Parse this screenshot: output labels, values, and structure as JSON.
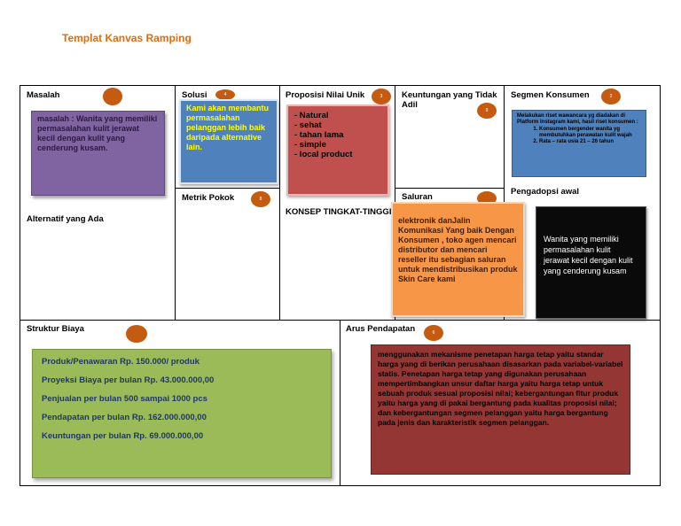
{
  "title": "Templat Kanvas Ramping",
  "masalah": {
    "label": "Masalah",
    "text": "masalah : Wanita yang memiliki permasalahan kulit jerawat kecil dengan kulit yang cenderung kusam."
  },
  "alternatif": {
    "label": "Alternatif yang Ada"
  },
  "solusi": {
    "label": "Solusi",
    "badge": "4",
    "text": "Kami akan membantu permasalahan pelanggan lebih baik daripada alternative lain."
  },
  "metrik": {
    "label": "Metrik Pokok",
    "badge": "8"
  },
  "proposisi": {
    "label": "Proposisi Nilai Unik",
    "badge": "3",
    "items": [
      "- Natural",
      "- sehat",
      "- tahan lama",
      "- simple",
      "- local product"
    ]
  },
  "konsep": {
    "label": "KONSEP TINGKAT-TINGGI"
  },
  "keuntungan": {
    "label_line1": "Keuntungan yang Tidak",
    "label_line2": "Adil",
    "badge": "9"
  },
  "saluran": {
    "label": "Saluran",
    "text": "elektronik danJalin Komunikasi Yang baik Dengan Konsumen , toko agen mencari distributor dan mencari reseller itu sebagian saluran untuk mendistribusikan produk Skin Care kami"
  },
  "segmen": {
    "label": "Segmen Konsumen",
    "badge": "2",
    "intro": "Melakukan riset wawancara yg diadakan di Platform Instagram kami, hasil riset konsumen :",
    "items": [
      "Konsumen bergender wanita yg membutuhkan perawatan kulit wajah",
      "Rata – rata usia 21 – 26 tahun"
    ]
  },
  "pengadopsi": {
    "label": "Pengadopsi awal",
    "text": "Wanita yang memiliki permasalahan kulit jerawat kecil dengan kulit yang cenderung kusam"
  },
  "biaya": {
    "label": "Struktur Biaya",
    "lines": [
      "Produk/Penawaran Rp. 150.000/ produk",
      "Proyeksi Biaya per bulan Rp. 43.000.000,00",
      "Penjualan per bulan 500 sampai 1000 pcs",
      "Pendapatan per bulan Rp. 162.000.000,00",
      "Keuntungan per bulan Rp. 69.000.000,00"
    ]
  },
  "pendapatan": {
    "label": "Arus Pendapatan",
    "badge": "6",
    "text": "menggunakan mekanisme penetapan harga tetap yaitu standar harga yang di berikan perusahaan disasarkan pada variabel-variabel statis. Penetapan harga tetap yang digunakan perusahaan mempertimbangkan unsur daftar harga yaitu harga tetap untuk sebuah produk sesuai proposisi nilai; kebergantungan fitur produk yaitu harga yang di pakai bergantung pada kualitas proposisi nilai; dan kebergantungan segmen pelanggan yaitu harga bergantung pada jenis dan karakteristik segmen pelanggan."
  },
  "colors": {
    "title": "#e36c0a",
    "dot": "#c55a11",
    "masalah_note": "#8064a2",
    "solusi_note": "#4f81bd",
    "proposisi_note": "#c0504d",
    "saluran_note": "#f79646",
    "pengadopsi_note": "#0a0a0a",
    "biaya_note": "#9bbb59",
    "pendapatan_note": "#943634"
  }
}
